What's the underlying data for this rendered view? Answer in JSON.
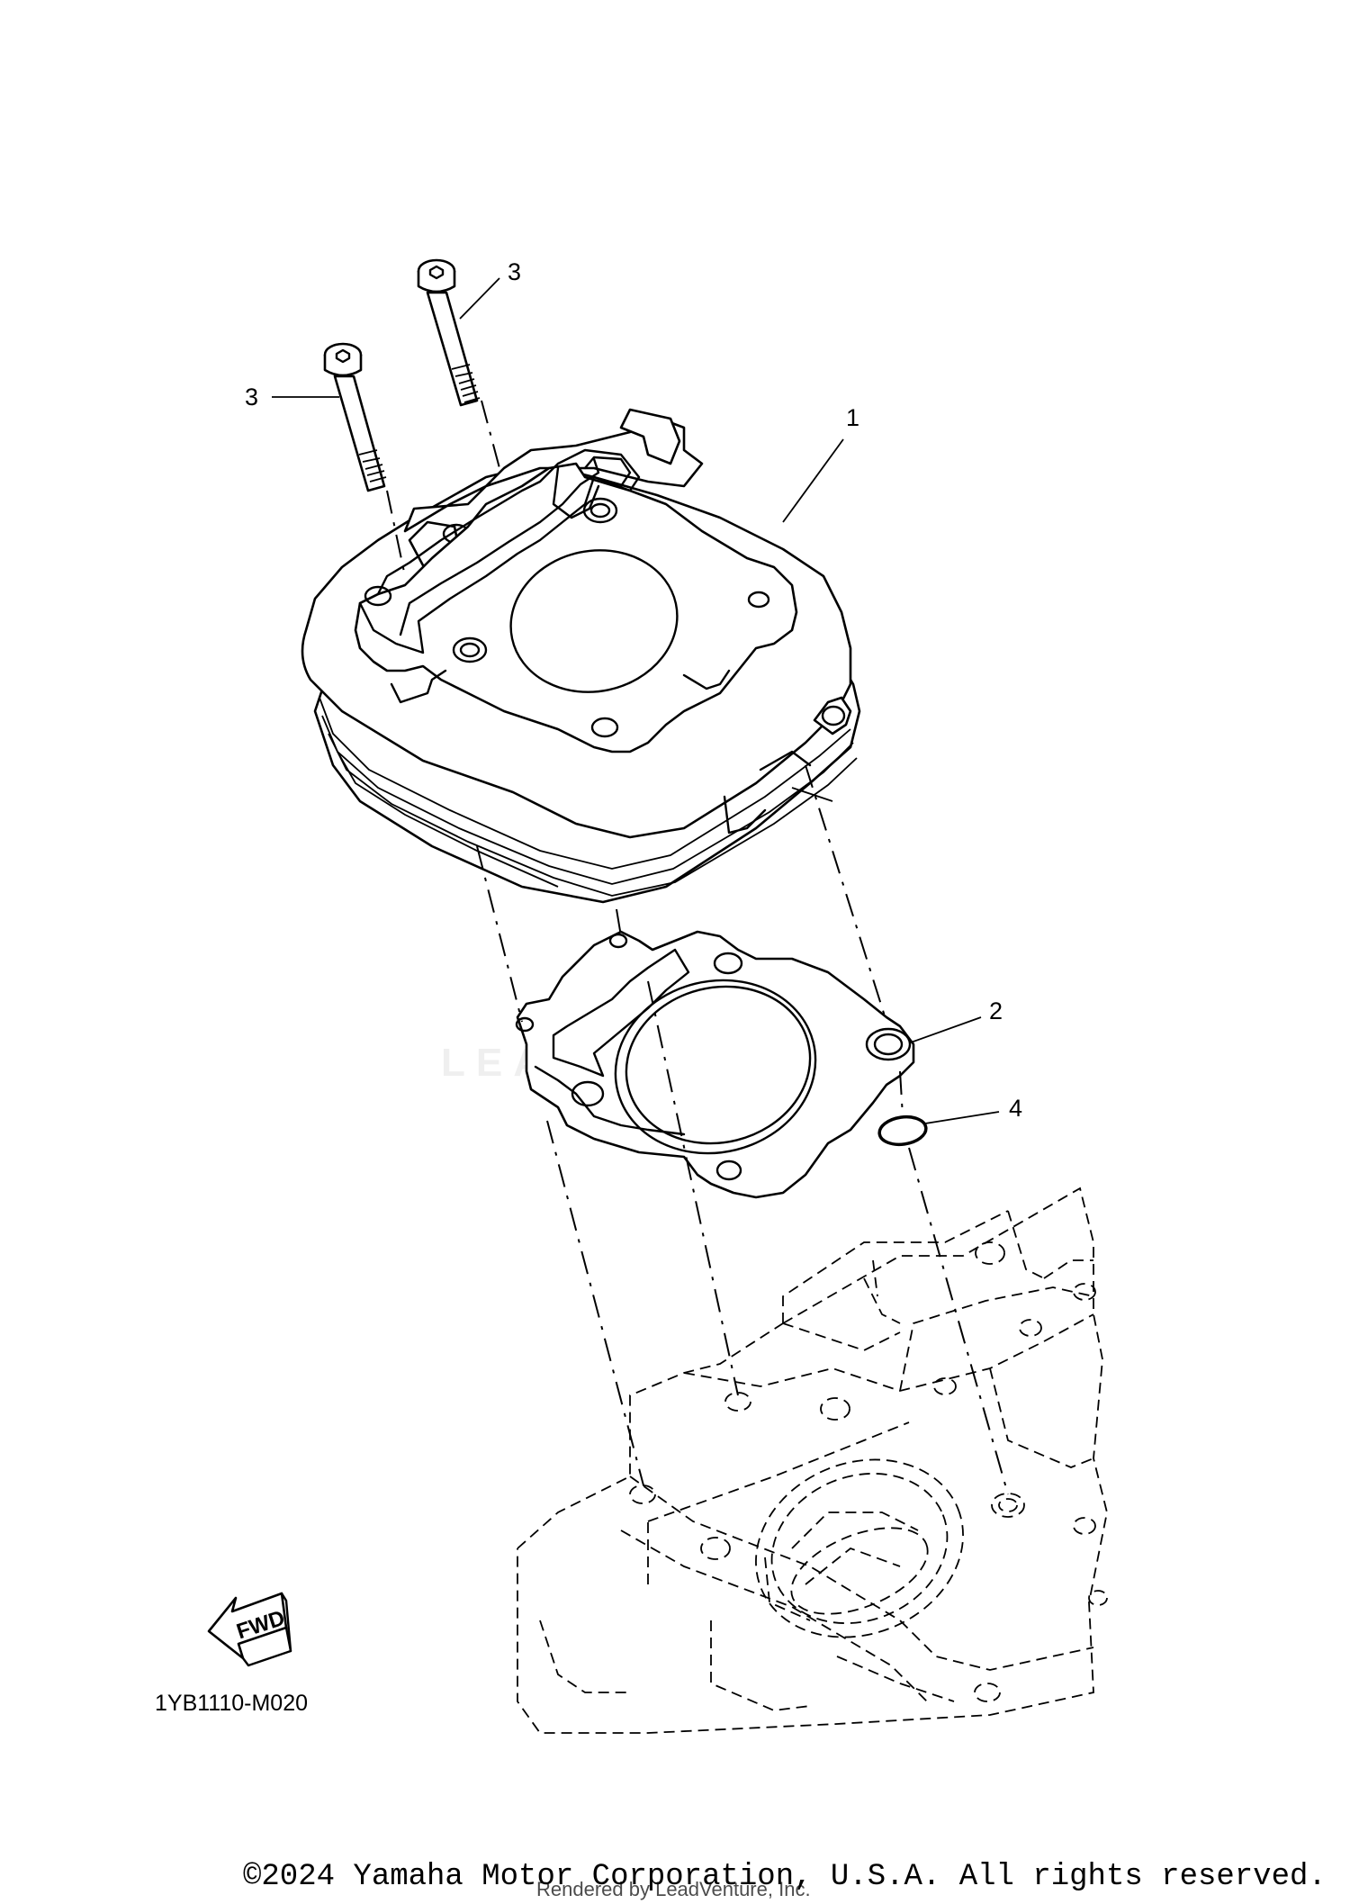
{
  "callouts": {
    "c1": "1",
    "c2": "2",
    "c3a": "3",
    "c3b": "3",
    "c4": "4"
  },
  "fwd_label": "FWD",
  "diagram_code": "1YB1110-M020",
  "watermark": "LEADVENTURE",
  "copyright": "©2024 Yamaha Motor Corporation, U.S.A. All rights reserved.",
  "rendered_by": "Rendered by LeadVenture, Inc."
}
